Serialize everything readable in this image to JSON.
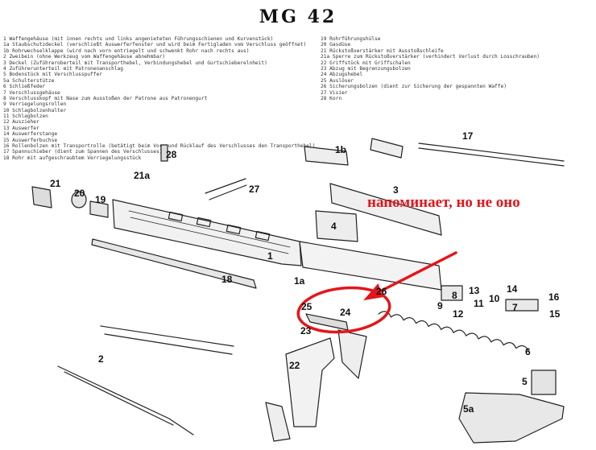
{
  "title": "MG 42",
  "legend_left": [
    "1 Waffengehäuse (mit innen rechts und links angenieteten Führungsschienen und Kurvenstück)",
    "1a Staubschutzdeckel (verschließt Auswerferfenster und wird beim Fertigladen vom Verschluss geöffnet)",
    "1b Rohrwechselklappe (wird nach vorn entriegelt und schwenkt Rohr nach rechts aus)",
    "2 Zweibein (ohne Werkzeug vom Waffengehäuse abnehmbar)",
    "3 Deckel (Zuführeroberteil mit Transporthebel, Verbindungshebel und Gurtschieberelnheit)",
    "4 Zuführerunterteil mit Patronenanschlag",
    "5 Bodenstück mit Verschlusspuffer",
    "5a Schulterstütze",
    "6 Schließfeder",
    "7 Verschlussgehäuse",
    "8 Verschlusskopf mit Nase zum Ausstoßen der Patrone aus Patronengurt",
    "9 Verriegelungsrollen",
    "10 Schlagbolzenhalter",
    "11 Schlagbolzen",
    "12 Auszieher",
    "13 Auswerfer",
    "14 Auswerferstange",
    "15 Auswerferbuchse",
    "16 Rollenbolzen mit Transportrolle (betätigt beim Vor- und Rücklauf des Verschlusses den Transporthebel)",
    "17 Spannschieber (dient zum Spannen des Verschlusses)",
    "18 Rohr mit aufgeschraubtem Verriegelungsstück"
  ],
  "legend_right": [
    "19 Rohrführungshülse",
    "20 Gasdüse",
    "21 Rückstoßverstärker mit Ausstoßschleife",
    "21a Sperre zum Rückstoßverstärker (verhindert Verlust durch Losschrauben)",
    "22 Griffstück mit Griffschalen",
    "23 Abzug mit Begrenzungsbolzen",
    "24 Abzugshebel",
    "25 Auslöser",
    "26 Sicherungsbolzen (dient zur Sicherung der gespannten Waffe)",
    "27 Visier",
    "28 Korn"
  ],
  "part_labels": [
    "1",
    "1a",
    "1b",
    "2",
    "3",
    "4",
    "5",
    "5a",
    "6",
    "7",
    "8",
    "9",
    "10",
    "11",
    "12",
    "13",
    "14",
    "15",
    "16",
    "17",
    "18",
    "19",
    "20",
    "21",
    "21a",
    "22",
    "23",
    "24",
    "25",
    "26",
    "27",
    "28"
  ],
  "annotation": {
    "text": "напоминает, но не оно",
    "color": "#e4161b"
  }
}
